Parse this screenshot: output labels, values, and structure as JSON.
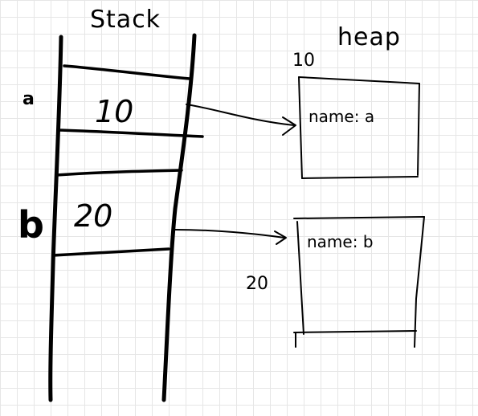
{
  "stack": {
    "title": "Stack",
    "cells": [
      {
        "var": "a",
        "value": "10"
      },
      {
        "var": "b",
        "value": "20"
      }
    ]
  },
  "heap": {
    "title": "heap",
    "objects": [
      {
        "address": "10",
        "content": "name: a"
      },
      {
        "address": "20",
        "content": "name: b"
      }
    ]
  }
}
